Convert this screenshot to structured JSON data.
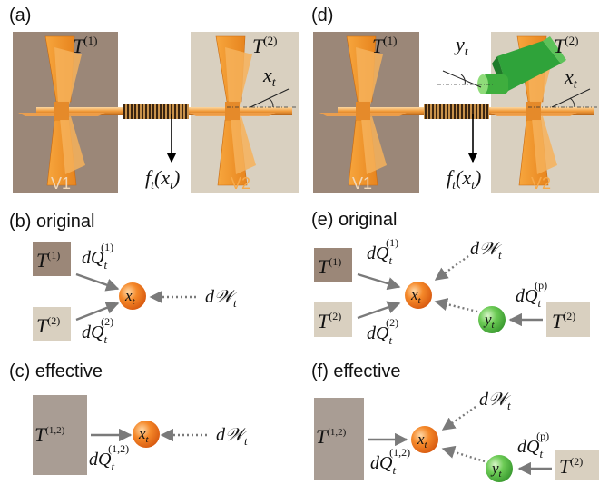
{
  "colors": {
    "dark_box": "#9b8778",
    "light_box": "#d9d0c0",
    "mid_box": "#a99d94",
    "orange": "#f39a2d",
    "ball_orange": "#f07a20",
    "ball_green": "#62c34e",
    "arrow_gray": "#7a7a7a",
    "nozzle_green": "#2fa33a"
  },
  "panels": {
    "a": {
      "tag": "(a)",
      "T1": {
        "base": "T",
        "sup": "(1)"
      },
      "T2": {
        "base": "T",
        "sup": "(2)"
      },
      "x": {
        "base": "x",
        "sub": "t"
      },
      "force": {
        "base": "f",
        "sub": "t",
        "arg": "(x",
        "arg_sub": "t",
        "close": ")"
      },
      "v1": "V1",
      "v2": "V2"
    },
    "d": {
      "tag": "(d)",
      "T1": {
        "base": "T",
        "sup": "(1)"
      },
      "T2": {
        "base": "T",
        "sup": "(2)"
      },
      "x": {
        "base": "x",
        "sub": "t"
      },
      "y": {
        "base": "y",
        "sub": "t"
      },
      "force": {
        "base": "f",
        "sub": "t",
        "arg": "(x",
        "arg_sub": "t",
        "close": ")"
      },
      "v1": "V1",
      "v2": "V2"
    },
    "b": {
      "tag": "(b) original",
      "T1": {
        "base": "T",
        "sup": "(1)"
      },
      "T2": {
        "base": "T",
        "sup": "(2)"
      },
      "dQ1": {
        "base": "dQ",
        "sub": "t",
        "sup": "(1)"
      },
      "dQ2": {
        "base": "dQ",
        "sub": "t",
        "sup": "(2)"
      },
      "x": {
        "base": "x",
        "sub": "t"
      },
      "dW": {
        "base": "d𝒲",
        "sub": "t"
      }
    },
    "c": {
      "tag": "(c) effective",
      "T12": {
        "base": "T",
        "sup": "(1,2)"
      },
      "dQ12": {
        "base": "dQ",
        "sub": "t",
        "sup": "(1,2)"
      },
      "x": {
        "base": "x",
        "sub": "t"
      },
      "dW": {
        "base": "d𝒲",
        "sub": "t"
      }
    },
    "e": {
      "tag": "(e) original",
      "T1": {
        "base": "T",
        "sup": "(1)"
      },
      "T2a": {
        "base": "T",
        "sup": "(2)"
      },
      "T2b": {
        "base": "T",
        "sup": "(2)"
      },
      "dQ1": {
        "base": "dQ",
        "sub": "t",
        "sup": "(1)"
      },
      "dQ2": {
        "base": "dQ",
        "sub": "t",
        "sup": "(2)"
      },
      "dQp": {
        "base": "dQ",
        "sub": "t",
        "sup": "(p)"
      },
      "x": {
        "base": "x",
        "sub": "t"
      },
      "y": {
        "base": "y",
        "sub": "t"
      },
      "dW": {
        "base": "d𝒲",
        "sub": "t"
      }
    },
    "f": {
      "tag": "(f) effective",
      "T12": {
        "base": "T",
        "sup": "(1,2)"
      },
      "T2": {
        "base": "T",
        "sup": "(2)"
      },
      "dQ12": {
        "base": "dQ",
        "sub": "t",
        "sup": "(1,2)"
      },
      "dQp": {
        "base": "dQ",
        "sub": "t",
        "sup": "(p)"
      },
      "x": {
        "base": "x",
        "sub": "t"
      },
      "y": {
        "base": "y",
        "sub": "t"
      },
      "dW": {
        "base": "d𝒲",
        "sub": "t"
      }
    }
  }
}
